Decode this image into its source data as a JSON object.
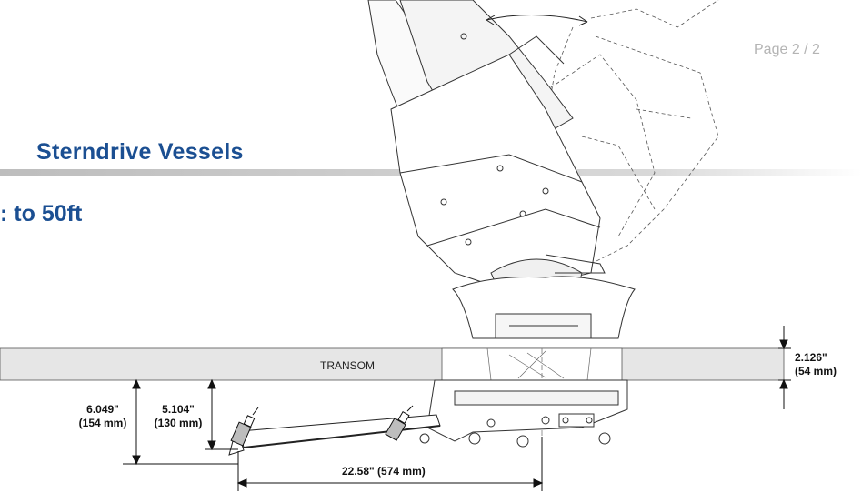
{
  "header": {
    "page_indicator": "Page 2 / 2",
    "title": "Sterndrive Vessels",
    "subtitle": ": to 50ft"
  },
  "diagram": {
    "transom_label": "TRANSOM",
    "dim_transom_thickness_in": "2.126\"",
    "dim_transom_thickness_mm": "(54 mm)",
    "dim_height_a_in": "6.049\"",
    "dim_height_a_mm": "(154 mm)",
    "dim_height_b_in": "5.104\"",
    "dim_height_b_mm": "(130 mm)",
    "dim_length": "22.58\" (574 mm)"
  },
  "colors": {
    "title": "#1b4f92",
    "transom_fill": "#e6e6e6",
    "page_indicator": "#b4b4b4"
  }
}
